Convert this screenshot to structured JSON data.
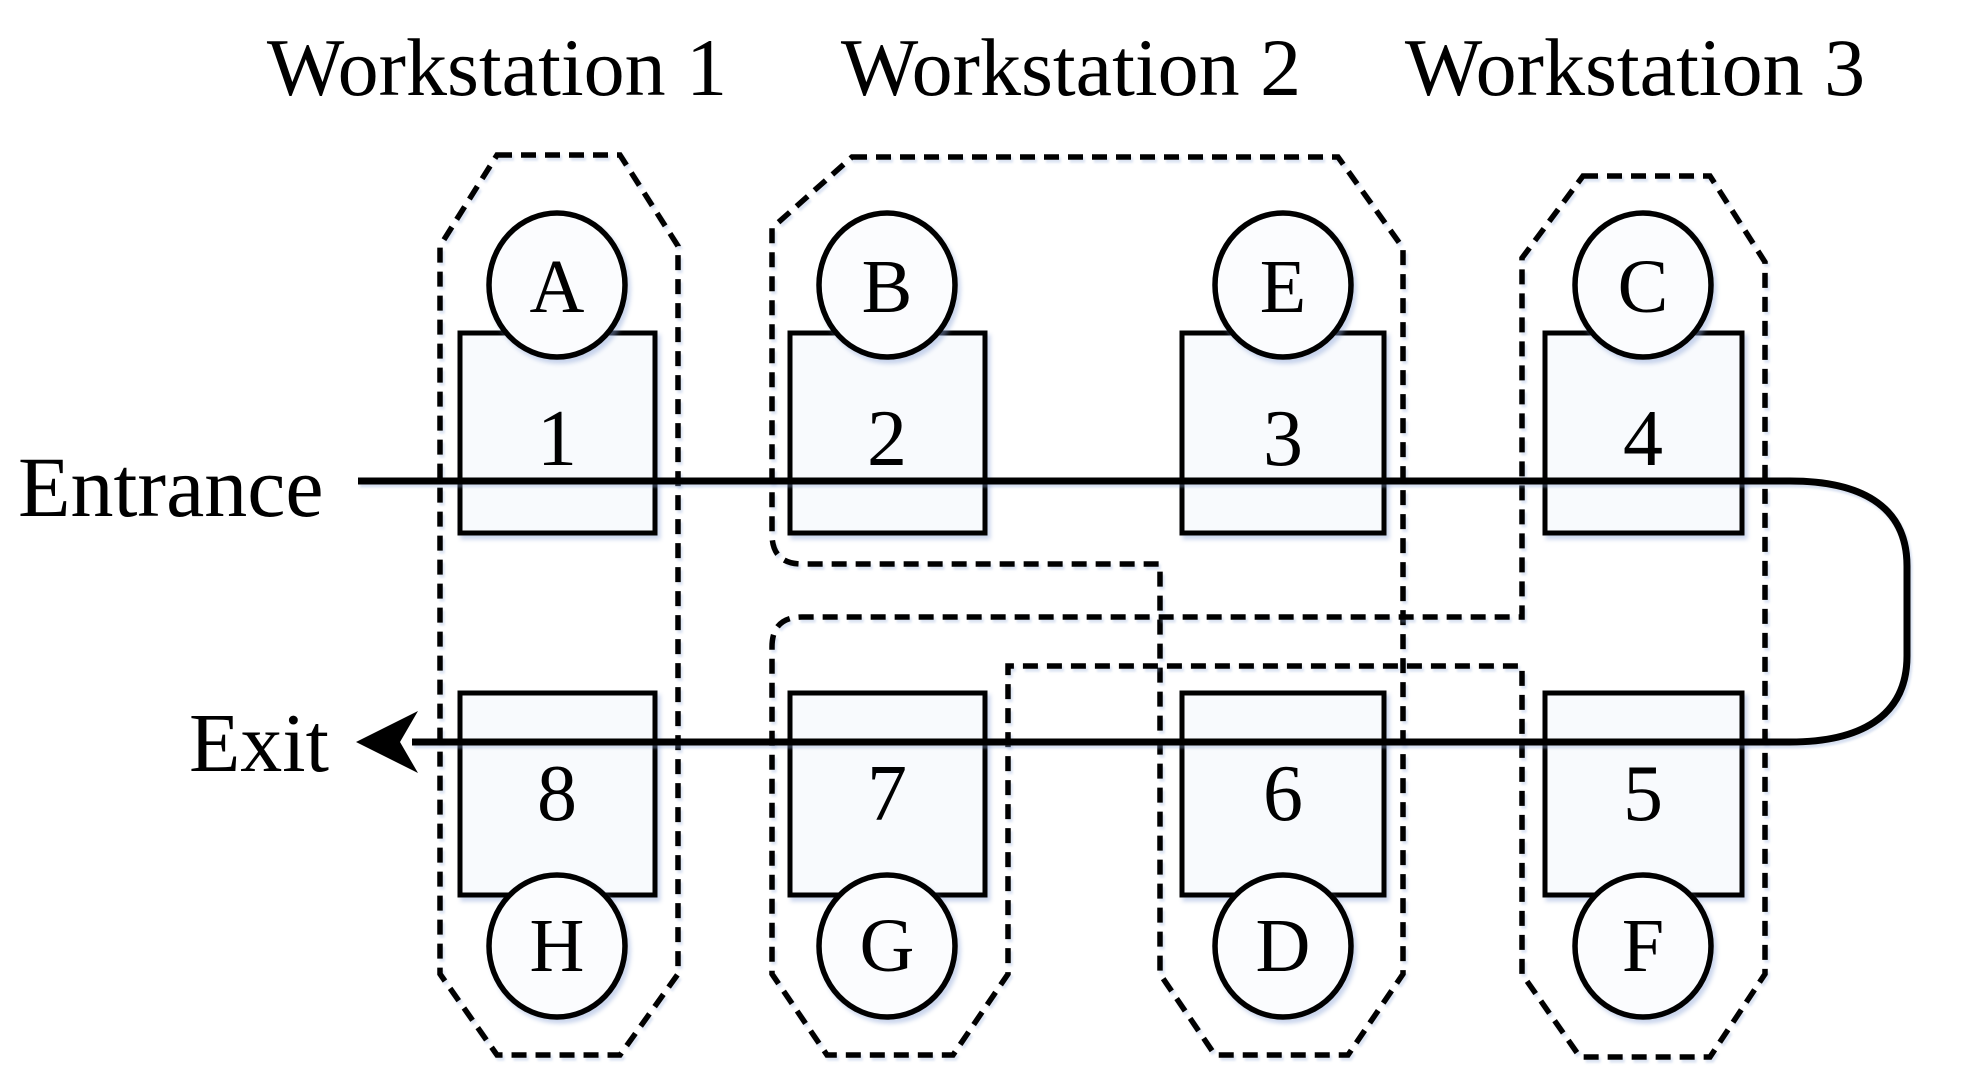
{
  "diagram": {
    "type": "u-shaped-assembly-line-layout",
    "workstation_labels": [
      "Workstation 1",
      "Workstation 2",
      "Workstation 3"
    ],
    "entrance_label": "Entrance",
    "exit_label": "Exit",
    "stations": {
      "top_row": [
        {
          "number": "1",
          "task": "A"
        },
        {
          "number": "2",
          "task": "B"
        },
        {
          "number": "3",
          "task": "E"
        },
        {
          "number": "4",
          "task": "C"
        }
      ],
      "bottom_row": [
        {
          "number": "8",
          "task": "H"
        },
        {
          "number": "7",
          "task": "G"
        },
        {
          "number": "6",
          "task": "D"
        },
        {
          "number": "5",
          "task": "F"
        }
      ]
    },
    "workstation_assignments": [
      {
        "workstation": "Workstation 1",
        "stations": [
          "1",
          "8"
        ],
        "tasks": [
          "A",
          "H"
        ]
      },
      {
        "workstation": "Workstation 2",
        "stations": [
          "2",
          "3",
          "6"
        ],
        "tasks": [
          "B",
          "E",
          "D"
        ]
      },
      {
        "workstation": "Workstation 3",
        "stations": [
          "4",
          "5",
          "7"
        ],
        "tasks": [
          "C",
          "G",
          "F"
        ]
      }
    ],
    "flow": {
      "direction": "entrance passes stations 1-2-3-4 left to right, U-turns at right side, returns through stations 5-6-7-8 to exit at left",
      "line_color": "#000000"
    }
  }
}
